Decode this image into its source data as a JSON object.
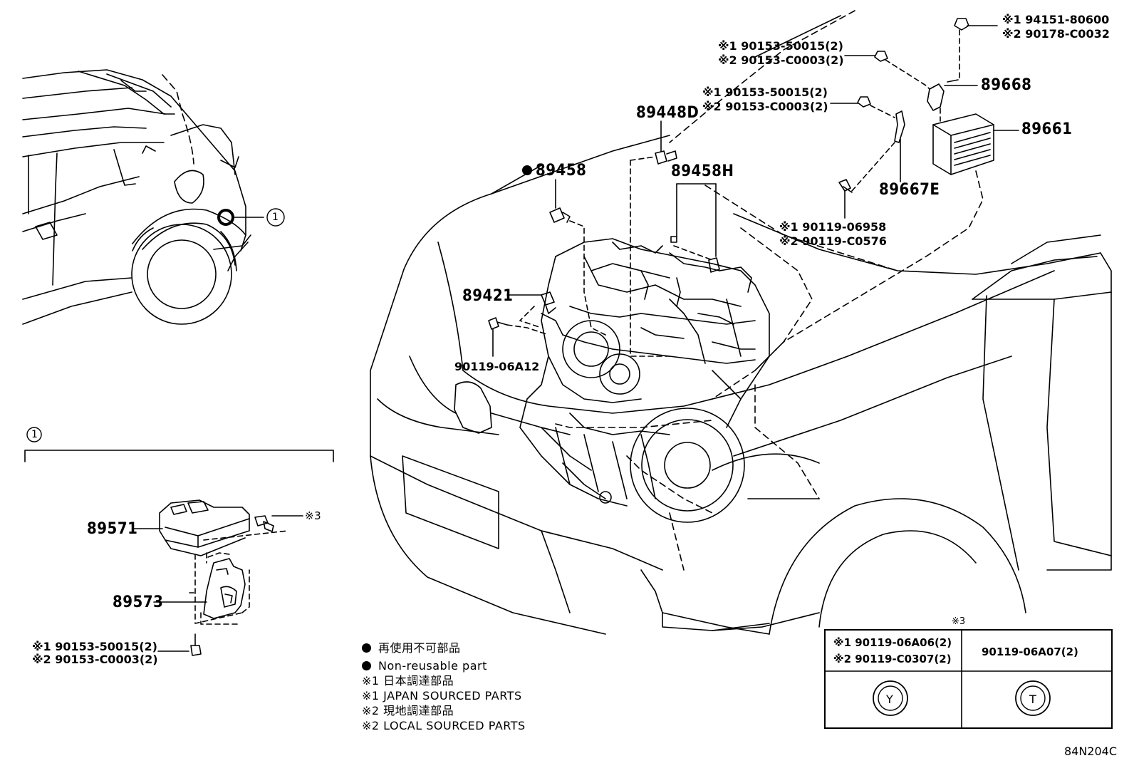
{
  "diagram_code": "84N204C",
  "callout_ref": "1",
  "parts": {
    "p89571": "89571",
    "p89573": "89573",
    "p89458": "89458",
    "p89448D": "89448D",
    "p89458H": "89458H",
    "p89421": "89421",
    "p90119_06A12": "90119-06A12",
    "p89668": "89668",
    "p89661": "89661",
    "p89667E": "89667E",
    "star3": "※3"
  },
  "fastener_notes": {
    "top_right_1": "※1 94151-80600",
    "top_right_2": "※2 90178-C0032",
    "upper_bolt_1": "※1 90153-50015(2)",
    "upper_bolt_2": "※2 90153-C0003(2)",
    "mid_bolt_1": "※1 90153-50015(2)",
    "mid_bolt_2": "※2 90153-C0003(2)",
    "screw_1": "※1 90119-06958",
    "screw_2": "※2 90119-C0576",
    "inset_bolt_1": "※1 90153-50015(2)",
    "inset_bolt_2": "※2 90153-C0003(2)"
  },
  "legend": {
    "nonreusable_jp": "再使用不可部品",
    "nonreusable_en": "Non-reusable part",
    "jp_sourced_jp": "※1 日本調達部品",
    "jp_sourced_en": "※1 JAPAN SOURCED PARTS",
    "local_sourced_jp": "※2 現地調達部品",
    "local_sourced_en": "※2 LOCAL SOURCED PARTS"
  },
  "bolt_table": {
    "header": "※3",
    "left_1": "※1 90119-06A06(2)",
    "left_2": "※2 90119-C0307(2)",
    "right": "90119-06A07(2)",
    "left_mark": "Y",
    "right_mark": "T"
  }
}
